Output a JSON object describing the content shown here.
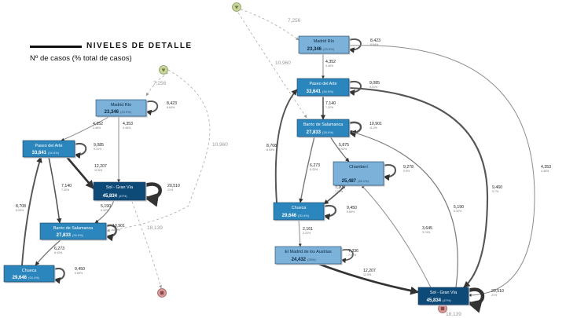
{
  "legend": {
    "title": "NIVELES DE DETALLE",
    "subtitle": "Nº de casos (% total de casos)"
  },
  "colors": {
    "dark": "#0d4a78",
    "mid": "#2a86bd",
    "light": "#7cb2d9",
    "start": "#c7d59a",
    "end": "#d99a9a"
  },
  "left_graph": {
    "nodes": [
      {
        "id": "madrid-rio",
        "name": "Madrid Río",
        "count": "23,346",
        "pct": "(23.9%)",
        "fill": "light"
      },
      {
        "id": "paseo-del-arte",
        "name": "Paseo del Arte",
        "count": "33,641",
        "pct": "(34.5%)",
        "fill": "mid"
      },
      {
        "id": "sol-gran-via",
        "name": "Sol - Gran Vía",
        "count": "45,834",
        "pct": "(47%)",
        "fill": "dark"
      },
      {
        "id": "barrio-de-salamanca",
        "name": "Barrio de Salamanca",
        "count": "27,833",
        "pct": "(28.5%)",
        "fill": "mid"
      },
      {
        "id": "chueca",
        "name": "Chueca",
        "count": "29,646",
        "pct": "(30.4%)",
        "fill": "mid"
      }
    ],
    "edges": [
      {
        "from": "start",
        "to": "madrid-rio",
        "count": "7,256",
        "pct": ""
      },
      {
        "from": "start",
        "to": "barrio-de-salamanca",
        "count": "10,960",
        "pct": ""
      },
      {
        "from": "sol-gran-via",
        "to": "end",
        "count": "18,139",
        "pct": ""
      },
      {
        "from": "madrid-rio",
        "to": "madrid-rio",
        "count": "8,423",
        "pct": "8.64%"
      },
      {
        "from": "madrid-rio",
        "to": "paseo-del-arte",
        "count": "4,352",
        "pct": "4.46%"
      },
      {
        "from": "madrid-rio",
        "to": "sol-gran-via",
        "count": "4,353",
        "pct": "4.46%"
      },
      {
        "from": "paseo-del-arte",
        "to": "paseo-del-arte",
        "count": "9,085",
        "pct": "9.31%"
      },
      {
        "from": "paseo-del-arte",
        "to": "sol-gran-via",
        "count": "12,207",
        "pct": "12.5%"
      },
      {
        "from": "paseo-del-arte",
        "to": "barrio-de-salamanca",
        "count": "7,140",
        "pct": "7.32%"
      },
      {
        "from": "sol-gran-via",
        "to": "sol-gran-via",
        "count": "20,510",
        "pct": "21%"
      },
      {
        "from": "sol-gran-via",
        "to": "barrio-de-salamanca",
        "count": "5,190",
        "pct": "5.32%"
      },
      {
        "from": "barrio-de-salamanca",
        "to": "barrio-de-salamanca",
        "count": "10,901",
        "pct": "11.2%"
      },
      {
        "from": "barrio-de-salamanca",
        "to": "chueca",
        "count": "6,273",
        "pct": "6.43%"
      },
      {
        "from": "chueca",
        "to": "paseo-del-arte",
        "count": "8,708",
        "pct": "8.93%"
      },
      {
        "from": "chueca",
        "to": "chueca",
        "count": "9,450",
        "pct": "9.69%"
      }
    ]
  },
  "right_graph": {
    "nodes": [
      {
        "id": "madrid-rio",
        "name": "Madrid Río",
        "count": "23,346",
        "pct": "(23.9%)",
        "fill": "light"
      },
      {
        "id": "paseo-del-arte",
        "name": "Paseo del Arte",
        "count": "33,641",
        "pct": "(34.5%)",
        "fill": "mid"
      },
      {
        "id": "barrio-de-salamanca",
        "name": "Barrio de Salamanca",
        "count": "27,833",
        "pct": "(28.5%)",
        "fill": "mid"
      },
      {
        "id": "chamberi",
        "name": "Chamberí",
        "count": "25,487",
        "pct": "(26.1%)",
        "fill": "light"
      },
      {
        "id": "chueca",
        "name": "Chueca",
        "count": "29,646",
        "pct": "(30.4%)",
        "fill": "mid"
      },
      {
        "id": "el-madrid-de-los-austrias",
        "name": "El Madrid de los Austrias",
        "count": "24,432",
        "pct": "(25%)",
        "fill": "light"
      },
      {
        "id": "sol-gran-via",
        "name": "Sol - Gran Vía",
        "count": "45,834",
        "pct": "(47%)",
        "fill": "dark"
      }
    ],
    "edges": [
      {
        "from": "start",
        "to": "madrid-rio",
        "count": "7,256",
        "pct": ""
      },
      {
        "from": "start",
        "to": "barrio-de-salamanca",
        "count": "10,960",
        "pct": ""
      },
      {
        "from": "sol-gran-via",
        "to": "end",
        "count": "18,139",
        "pct": ""
      },
      {
        "from": "madrid-rio",
        "to": "madrid-rio",
        "count": "8,423",
        "pct": "8.64%"
      },
      {
        "from": "madrid-rio",
        "to": "paseo-del-arte",
        "count": "4,352",
        "pct": "4.46%"
      },
      {
        "from": "madrid-rio",
        "to": "sol-gran-via",
        "count": "4,353",
        "pct": "4.46%"
      },
      {
        "from": "paseo-del-arte",
        "to": "paseo-del-arte",
        "count": "9,085",
        "pct": "9.31%"
      },
      {
        "from": "paseo-del-arte",
        "to": "barrio-de-salamanca",
        "count": "7,140",
        "pct": "7.32%"
      },
      {
        "from": "paseo-del-arte",
        "to": "sol-gran-via",
        "count": "9,460",
        "pct": "9.7%"
      },
      {
        "from": "barrio-de-salamanca",
        "to": "barrio-de-salamanca",
        "count": "10,901",
        "pct": "11.2%"
      },
      {
        "from": "barrio-de-salamanca",
        "to": "chamberi",
        "count": "5,875",
        "pct": "6.02%"
      },
      {
        "from": "barrio-de-salamanca",
        "to": "chueca",
        "count": "6,273",
        "pct": "6.43%"
      },
      {
        "from": "chueca",
        "to": "paseo-del-arte",
        "count": "8,708",
        "pct": "8.93%"
      },
      {
        "from": "chamberi",
        "to": "chamberi",
        "count": "9,278",
        "pct": "9.5%"
      },
      {
        "from": "chamberi",
        "to": "chueca",
        "count": "7,206",
        "pct": "7.39%"
      },
      {
        "from": "chueca",
        "to": "chueca",
        "count": "9,450",
        "pct": "9.69%"
      },
      {
        "from": "chueca",
        "to": "el-madrid-de-los-austrias",
        "count": "2,161",
        "pct": "2.22%"
      },
      {
        "from": "el-madrid-de-los-austrias",
        "to": "el-madrid-de-los-austrias",
        "count": "7,336",
        "pct": "7.52%"
      },
      {
        "from": "el-madrid-de-los-austrias",
        "to": "sol-gran-via",
        "count": "12,207",
        "pct": "12.5%"
      },
      {
        "from": "sol-gran-via",
        "to": "chamberi",
        "count": "3,645",
        "pct": "3.74%"
      },
      {
        "from": "sol-gran-via",
        "to": "barrio-de-salamanca",
        "count": "5,190",
        "pct": "5.32%"
      },
      {
        "from": "sol-gran-via",
        "to": "sol-gran-via",
        "count": "20,510",
        "pct": "21%"
      }
    ]
  }
}
